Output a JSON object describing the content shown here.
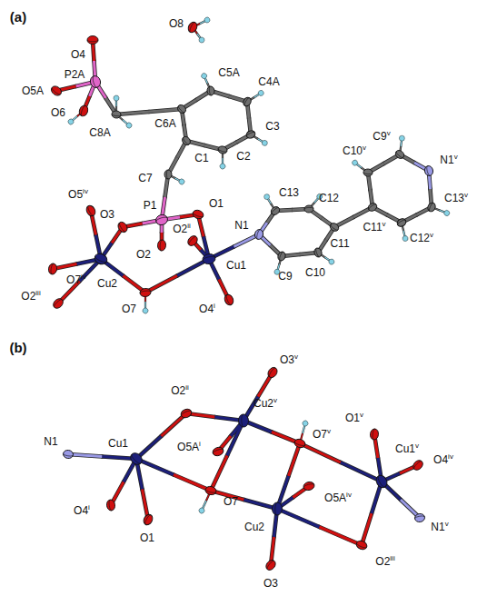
{
  "diagram": {
    "labels": [
      "(a)",
      "O4",
      "O8",
      "O5A",
      "P2A",
      "O6",
      "C8A",
      "C6A",
      "C5A",
      "C4A",
      "C3",
      "C2",
      "C1",
      "C7",
      "O1",
      "P1",
      "O3",
      "O5iv",
      "O2ii",
      "O2",
      "Cu2",
      "Cu1",
      "N1",
      "O7iv",
      "O2iii",
      "O7",
      "O4i",
      "C13",
      "C12",
      "C11",
      "C10",
      "C9",
      "C10v",
      "C9v",
      "N1v",
      "C11v",
      "C13v",
      "C12v",
      "(b)",
      "O2ii",
      "O3v",
      "N1",
      "Cu1",
      "O5Ai",
      "Cu2v",
      "O7v",
      "O1v",
      "Cu1v",
      "O4iv",
      "O4i",
      "O7",
      "Cu2",
      "O5Aiv",
      "O1",
      "O3",
      "O2iii",
      "N1v"
    ]
  }
}
